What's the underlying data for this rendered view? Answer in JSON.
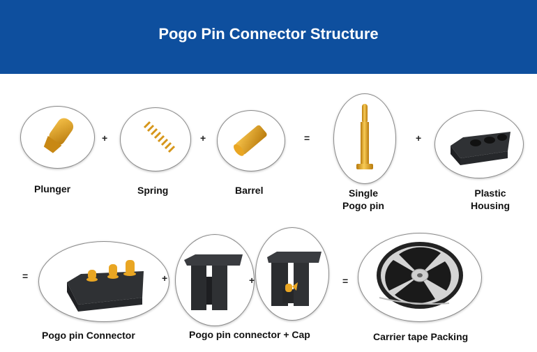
{
  "banner": {
    "title": "Pogo Pin Connector Structure",
    "color": "#0e4f9e"
  },
  "colors": {
    "gold": "#e9a623",
    "gold_dark": "#b87a0c",
    "plastic": "#2f3134",
    "outline": "#8a8a8a"
  },
  "components": {
    "plunger": "Plunger",
    "spring": "Spring",
    "barrel": "Barrel",
    "single_pin_line1": "Single",
    "single_pin_line2": "Pogo pin",
    "housing_line1": "Plastic",
    "housing_line2": "Housing",
    "connector": "Pogo pin Connector",
    "connector_cap": "Pogo pin connector + Cap",
    "carrier": "Carrier tape Packing"
  },
  "operators": {
    "plus": "+",
    "equals": "="
  }
}
